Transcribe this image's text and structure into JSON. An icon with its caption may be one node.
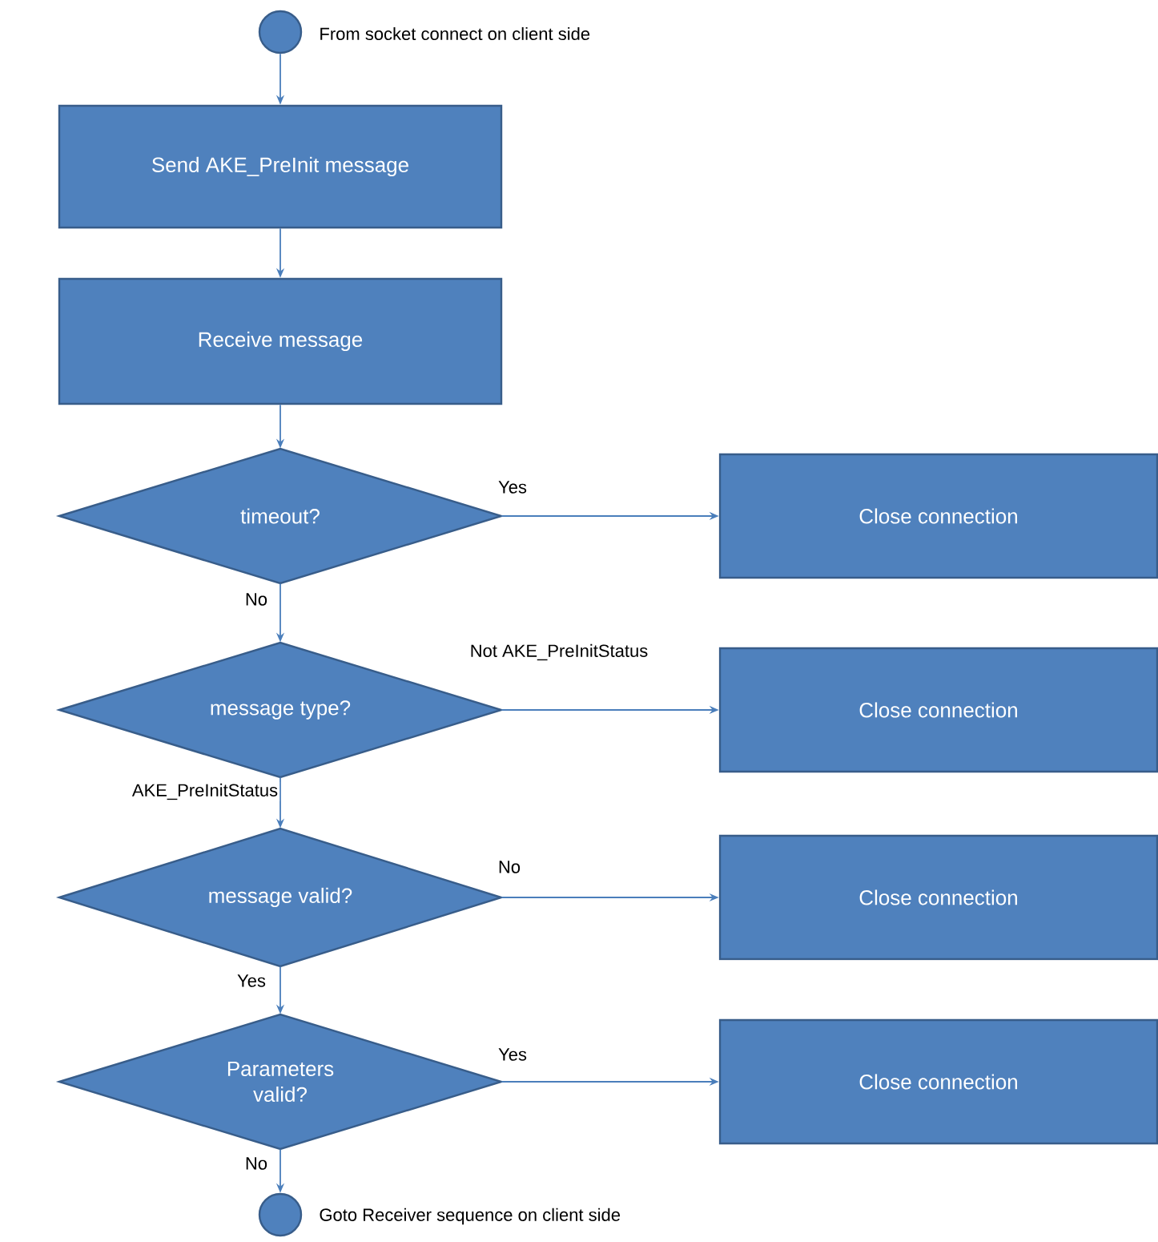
{
  "diagram": {
    "nodes": [
      {
        "text": [],
        "shape": "circle",
        "beside": [
          "From socket connect on client side"
        ]
      },
      {
        "text": [
          "Send AKE_PreInit message"
        ]
      },
      {
        "text": [
          "Receive message"
        ]
      },
      {
        "text": [
          "timeout?"
        ]
      },
      {
        "text": [
          "Close connection"
        ]
      },
      {
        "text": [
          "message type?"
        ]
      },
      {
        "text": [
          "Close connection"
        ]
      },
      {
        "text": [
          "message valid?"
        ]
      },
      {
        "text": [
          "Close connection"
        ]
      },
      {
        "text": [
          "Parameters valid?"
        ]
      },
      {
        "text": [
          "Close connection"
        ]
      },
      {
        "text": [],
        "shape": "circle",
        "beside": [
          "Goto Receiver sequence on client side"
        ]
      }
    ],
    "edges": [
      {
        "from": 0,
        "to": 1,
        "arrow": "to"
      },
      {
        "from": 1,
        "to": 2,
        "arrow": "to"
      },
      {
        "from": 2,
        "to": 3,
        "arrow": "to"
      },
      {
        "from": 3,
        "to": 4,
        "arrow": "to",
        "label": "Yes"
      },
      {
        "from": 3,
        "to": 5,
        "arrow": "to",
        "label": "No"
      },
      {
        "from": 5,
        "to": 6,
        "arrow": "to",
        "label": "Not AKE_PreInitStatus"
      },
      {
        "from": 5,
        "to": 7,
        "arrow": "to",
        "label": "AKE_PreInitStatus"
      },
      {
        "from": 7,
        "to": 8,
        "arrow": "to",
        "label": "No"
      },
      {
        "from": 7,
        "to": 9,
        "arrow": "to",
        "label": "Yes"
      },
      {
        "from": 9,
        "to": 10,
        "arrow": "to",
        "label": "Yes"
      },
      {
        "from": 9,
        "to": 11,
        "arrow": "to",
        "label": "No"
      }
    ]
  }
}
